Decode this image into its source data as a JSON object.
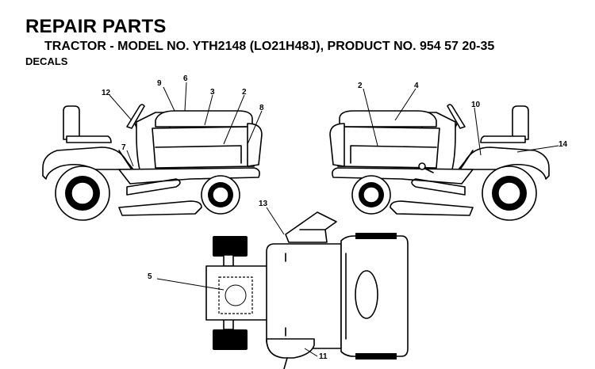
{
  "header": {
    "title": "REPAIR PARTS",
    "subtitle": "TRACTOR - MODEL NO. YTH2148 (LO21H48J), PRODUCT NO. 954 57 20-35",
    "section": "DECALS"
  },
  "callouts": {
    "c2a": "2",
    "c2b": "2",
    "c3": "3",
    "c4": "4",
    "c5": "5",
    "c6": "6",
    "c7": "7",
    "c8": "8",
    "c9": "9",
    "c10": "10",
    "c11": "11",
    "c12": "12",
    "c13": "13",
    "c14": "14"
  }
}
